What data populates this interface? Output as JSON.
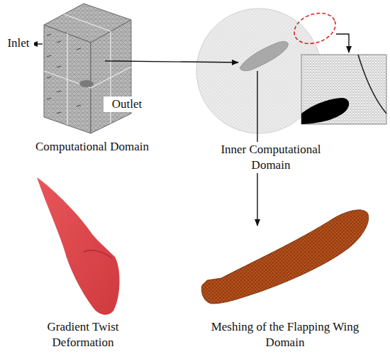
{
  "diagram": {
    "labels": [
      "Inlet",
      "Outlet",
      "Computational Domain",
      "Inner Computational Domain",
      "Gradient Twist Deformation",
      "Meshing of the Flapping Wing Domain"
    ]
  }
}
